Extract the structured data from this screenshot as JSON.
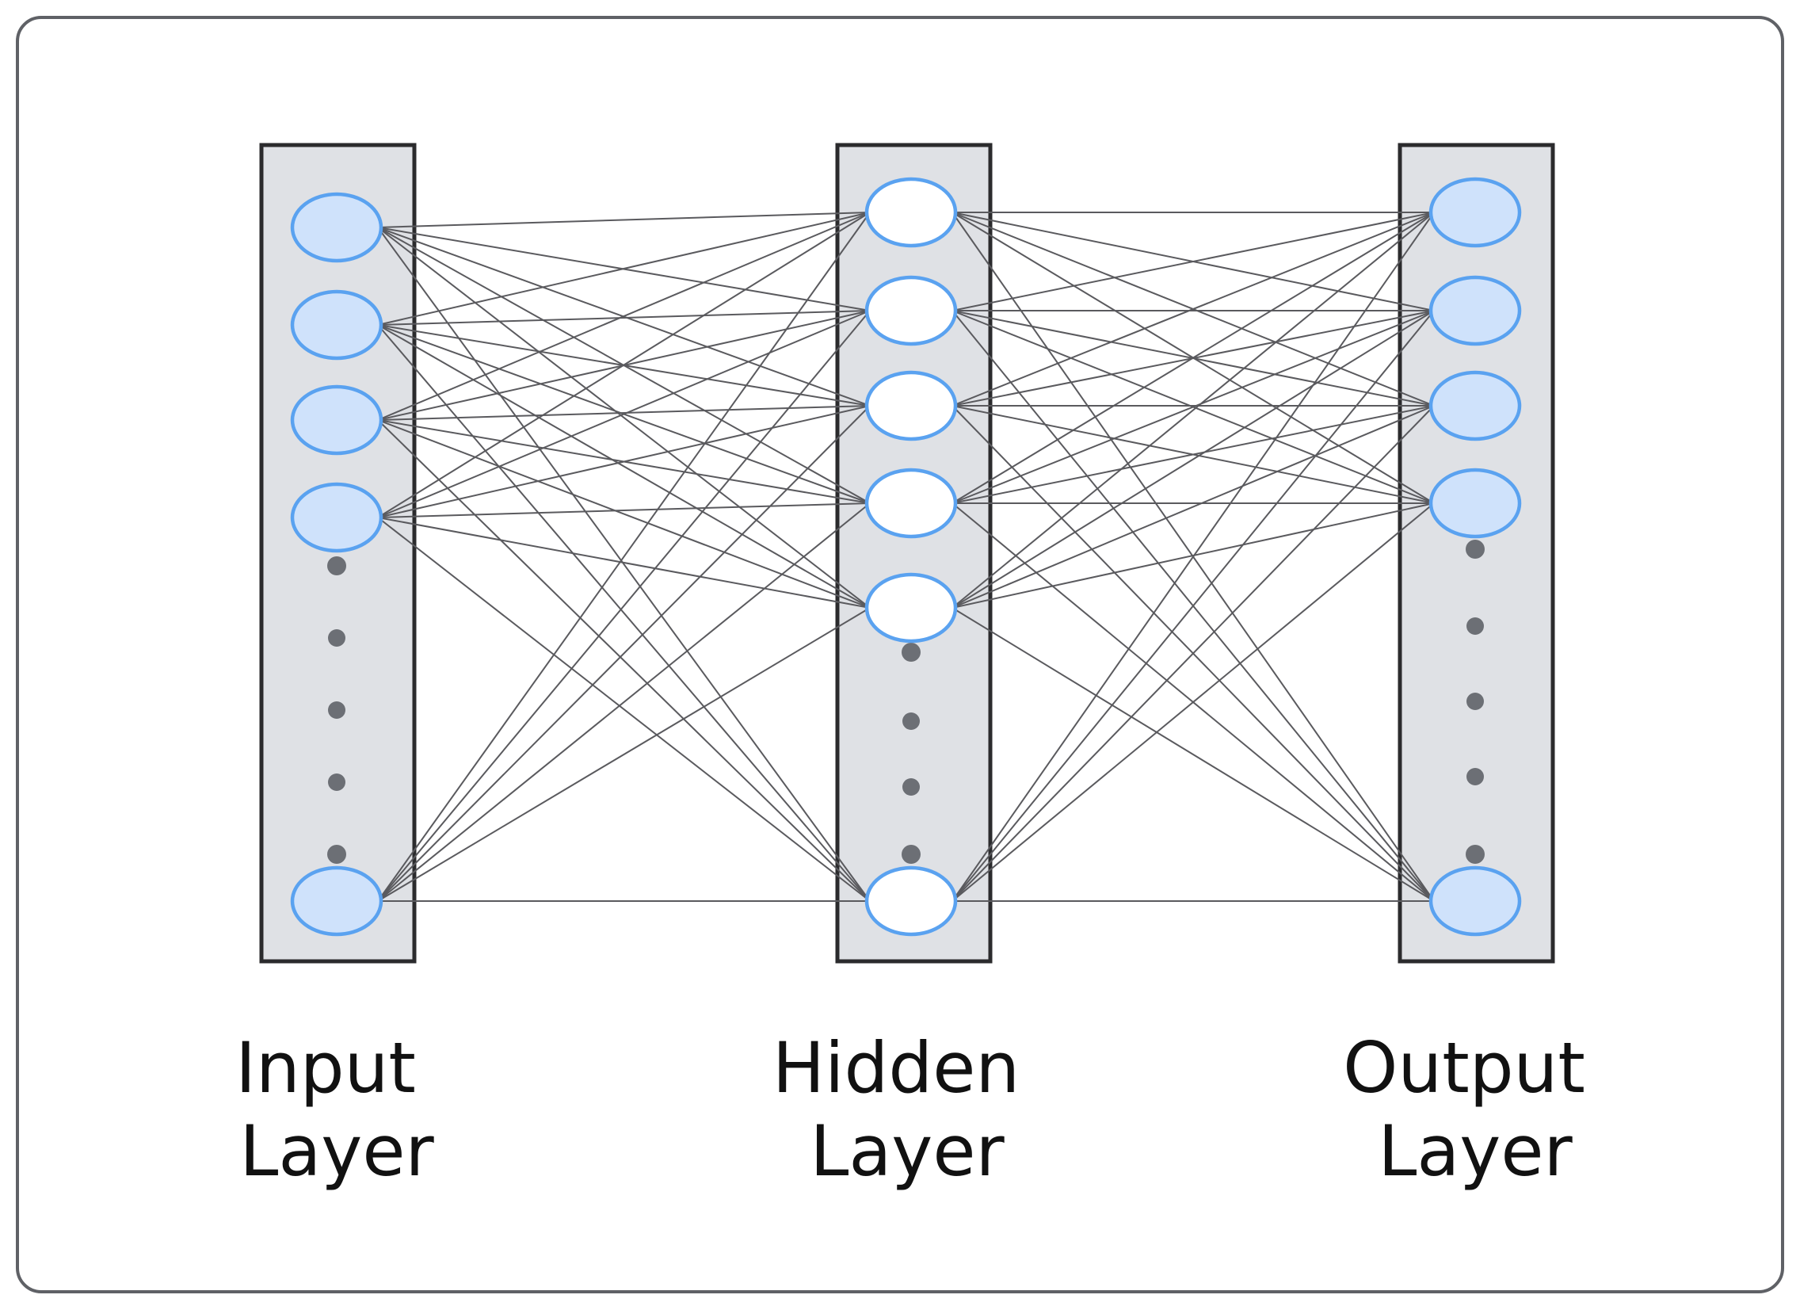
{
  "colors": {
    "frame_stroke": "#5f6166",
    "layer_fill": "#dfe1e5",
    "layer_stroke": "#2b2b2d",
    "edge": "#5a5a5e",
    "node_stroke": "#5aa2f0",
    "node_fill_io": "#cfe2fb",
    "node_fill_hidden": "#ffffff",
    "ellipsis_dot": "#6c6f75"
  },
  "layers": [
    {
      "id": "input",
      "label_line1": "Input",
      "label_line2": "Layer",
      "node_fill": "#cfe2fb",
      "visible_nodes": 5
    },
    {
      "id": "hidden",
      "label_line1": "Hidden",
      "label_line2": "Layer",
      "node_fill": "#ffffff",
      "visible_nodes": 6
    },
    {
      "id": "output",
      "label_line1": "Output",
      "label_line2": "Layer",
      "node_fill": "#cfe2fb",
      "visible_nodes": 5
    }
  ],
  "connectivity": "fully-connected"
}
